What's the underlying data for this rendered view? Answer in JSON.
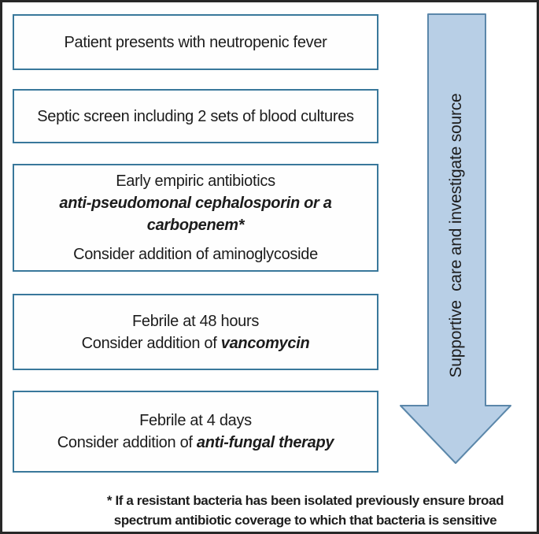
{
  "flowchart": {
    "colors": {
      "box_border": "#39789b",
      "text": "#1c1c1c",
      "frame": "#282828",
      "arrow_fill": "#b8cfe6",
      "arrow_stroke": "#5b87aa"
    },
    "boxes": [
      {
        "id": "patient-presents",
        "lines": [
          {
            "segments": [
              {
                "text": "Patient presents with neutropenic fever",
                "style": "regular"
              }
            ]
          }
        ]
      },
      {
        "id": "septic-screen",
        "lines": [
          {
            "segments": [
              {
                "text": "Septic screen including 2 sets of blood cultures",
                "style": "regular"
              }
            ]
          }
        ]
      },
      {
        "id": "early-empiric-antibiotics",
        "lines": [
          {
            "segments": [
              {
                "text": "Early empiric antibiotics",
                "style": "regular"
              }
            ]
          },
          {
            "segments": [
              {
                "text": "anti-pseudomonal cephalosporin or a",
                "style": "bold-italic"
              }
            ]
          },
          {
            "segments": [
              {
                "text": "carbopenem*",
                "style": "bold-italic"
              }
            ]
          },
          {
            "gap_before": true,
            "segments": [
              {
                "text": "Consider addition of aminoglycoside",
                "style": "regular"
              }
            ]
          }
        ]
      },
      {
        "id": "febrile-48-hours",
        "lines": [
          {
            "segments": [
              {
                "text": "Febrile at 48 hours",
                "style": "regular"
              }
            ]
          },
          {
            "segments": [
              {
                "text": "Consider addition of ",
                "style": "regular"
              },
              {
                "text": "vancomycin",
                "style": "bold-italic"
              }
            ]
          }
        ]
      },
      {
        "id": "febrile-4-days",
        "lines": [
          {
            "segments": [
              {
                "text": "Febrile at 4 days",
                "style": "regular"
              }
            ]
          },
          {
            "segments": [
              {
                "text": "Consider addition of ",
                "style": "regular"
              },
              {
                "text": "anti-fungal therapy",
                "style": "bold-italic"
              }
            ]
          }
        ]
      }
    ],
    "arrow": {
      "label": "Supportive  care and investigate source",
      "fill": "#b8cfe6",
      "stroke": "#5b87aa"
    },
    "footnote": {
      "lines": [
        "* If a resistant bacteria has been isolated previously ensure broad",
        "spectrum antibiotic coverage to which that bacteria is sensitive"
      ]
    }
  }
}
